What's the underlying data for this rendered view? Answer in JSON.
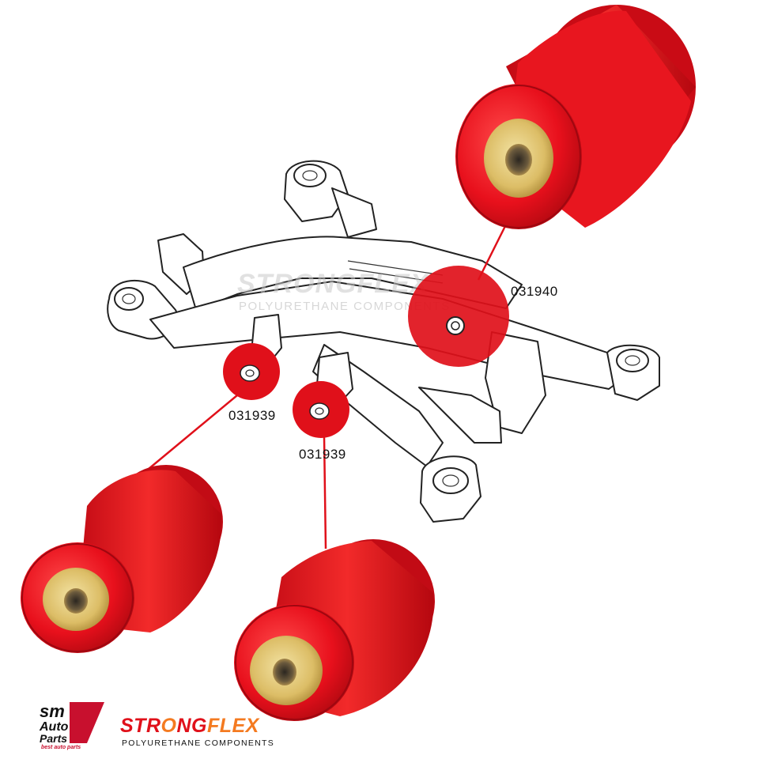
{
  "callouts": [
    {
      "part_number": "031940"
    },
    {
      "part_number": "031939"
    },
    {
      "part_number": "031939"
    }
  ],
  "watermark": {
    "brand": "STRONGFLEX",
    "tagline": "POLYURETHANE COMPONENTS"
  },
  "logos": {
    "sm_auto_parts": {
      "line1": "sm",
      "line2": "Auto",
      "line3": "Parts",
      "tagline": "best auto parts"
    },
    "strongflex": {
      "brand": "STRONGFLEX",
      "tagline": "POLYURETHANE COMPONENTS"
    }
  },
  "colors": {
    "bushing_red": "#e8101c",
    "bushing_dark": "#b50a12",
    "sleeve_gold": "#e7cf83",
    "callout_red": "#e0101a",
    "strongflex_orange": "#f47a20"
  },
  "icons": [
    "subframe-drawing",
    "bushing-large",
    "bushing-left",
    "bushing-bottom"
  ]
}
